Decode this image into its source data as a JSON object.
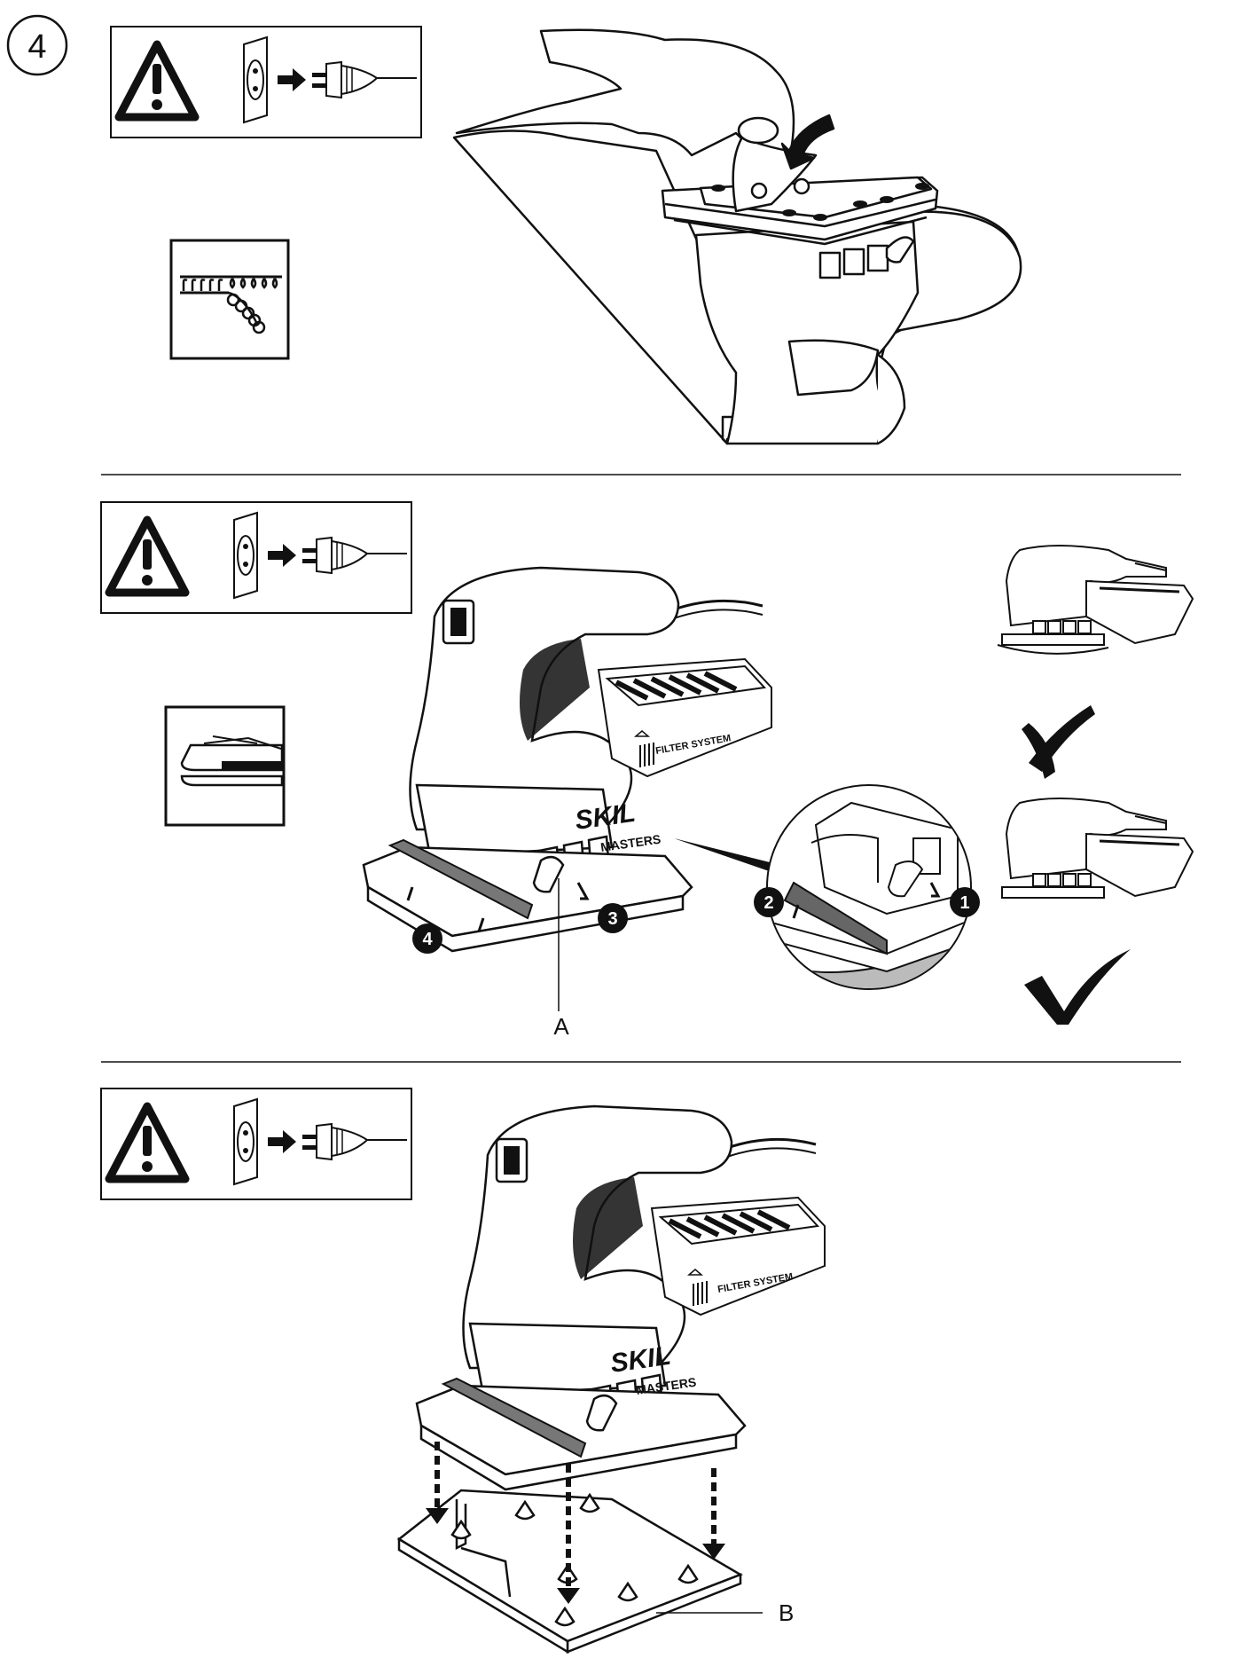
{
  "step_number": "4",
  "section1": {
    "icons": [
      "warning-triangle-icon",
      "unplug-icon",
      "hook-and-loop-icon"
    ]
  },
  "section2": {
    "icons": [
      "warning-triangle-icon",
      "unplug-icon",
      "clamp-paper-icon",
      "wrong-x-icon",
      "correct-check-icon"
    ],
    "brand": "SKIL",
    "model": "MASTERS",
    "filter_text": "FILTER SYSTEM",
    "label_a": "A",
    "steps": [
      "1",
      "2",
      "3",
      "4"
    ]
  },
  "section3": {
    "icons": [
      "warning-triangle-icon",
      "unplug-icon"
    ],
    "brand": "SKIL",
    "model": "MASTERS",
    "filter_text": "FILTER SYSTEM",
    "label_b": "B"
  }
}
